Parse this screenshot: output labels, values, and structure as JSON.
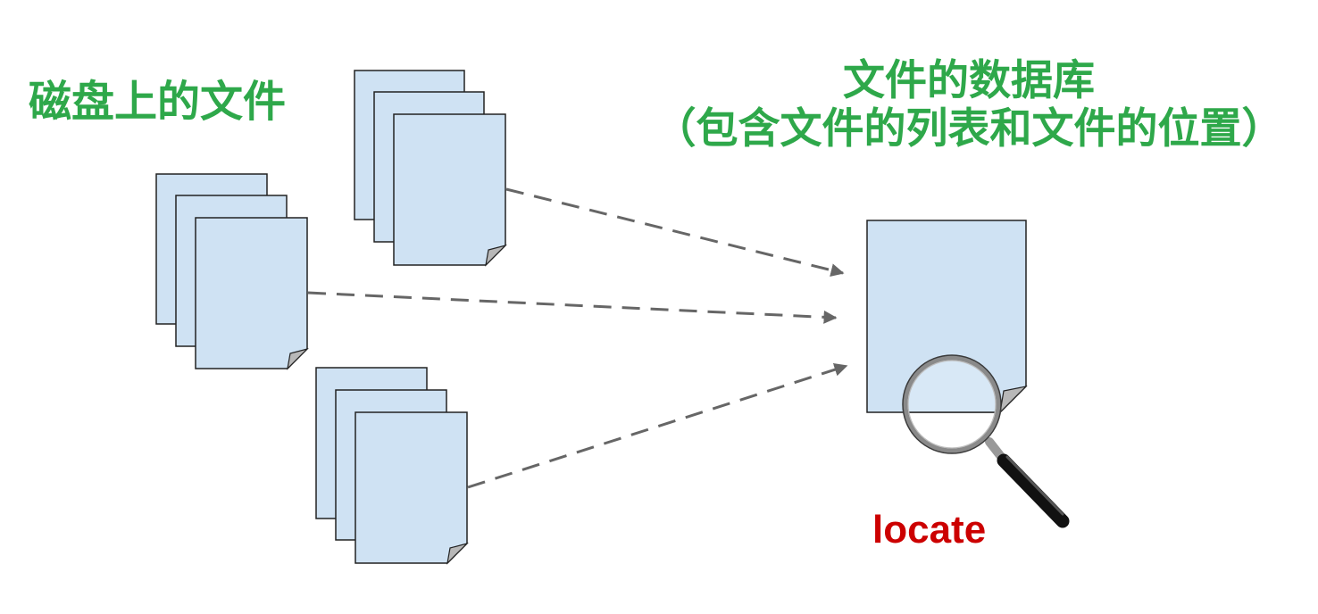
{
  "labels": {
    "disk_files": "磁盘上的文件",
    "database_title": "文件的数据库",
    "database_subtitle": "（包含文件的列表和文件的位置）",
    "locate": "locate"
  },
  "colors": {
    "green_text": "#2ea84a",
    "red_text": "#cc0000",
    "doc_fill": "#cfe2f3",
    "doc_stroke": "#222222",
    "arrow": "#666666"
  },
  "icons": {
    "document": "document-icon",
    "magnifier": "magnifying-glass-icon"
  }
}
